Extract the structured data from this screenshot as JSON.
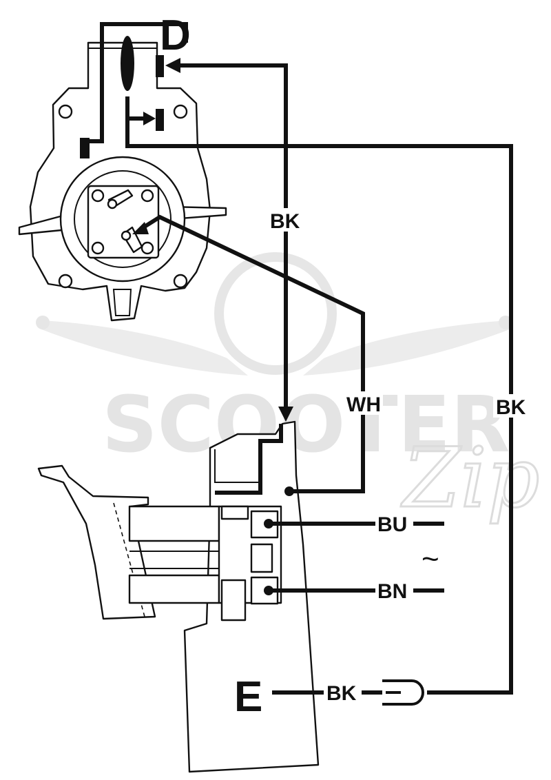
{
  "diagram": {
    "labels": {
      "d": "D",
      "e": "E",
      "bk_top": "BK",
      "bk_right": "BK",
      "bk_ground": "BK",
      "wh": "WH",
      "bu": "BU",
      "bn": "BN",
      "ac_symbol": "~"
    },
    "watermark": {
      "text": "SCOOTER",
      "script": "Zip"
    }
  }
}
